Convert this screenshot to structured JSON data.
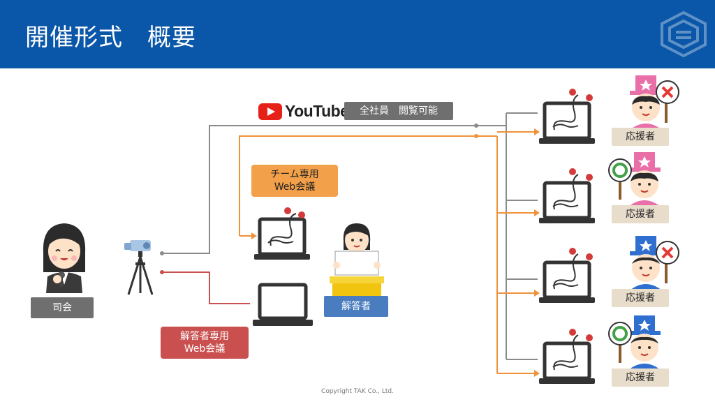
{
  "header": {
    "title": "開催形式　概要"
  },
  "youtube": {
    "brand": "YouTube",
    "access_label": "全社員　閲覧可能"
  },
  "labels": {
    "mc": "司会",
    "answerer": "解答者",
    "team_web_line1": "チーム専用",
    "team_web_line2": "Web会議",
    "answerer_web_line1": "解答者専用",
    "answerer_web_line2": "Web会議",
    "supporter": "応援者"
  },
  "footer": {
    "copyright": "Copyright TAK Co., Ltd."
  },
  "colors": {
    "header": "#0a56a8",
    "youtube_line": "#8a8a8a",
    "team_line": "#f0923a",
    "answerer_line": "#c9504f",
    "youtube_red": "#e62117"
  }
}
